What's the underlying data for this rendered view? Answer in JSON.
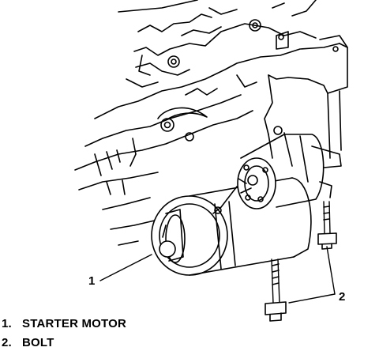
{
  "callouts": [
    {
      "id": "1"
    },
    {
      "id": "2"
    }
  ],
  "legend": [
    {
      "num": "1.",
      "label": "STARTER MOTOR"
    },
    {
      "num": "2.",
      "label": "BOLT"
    }
  ]
}
